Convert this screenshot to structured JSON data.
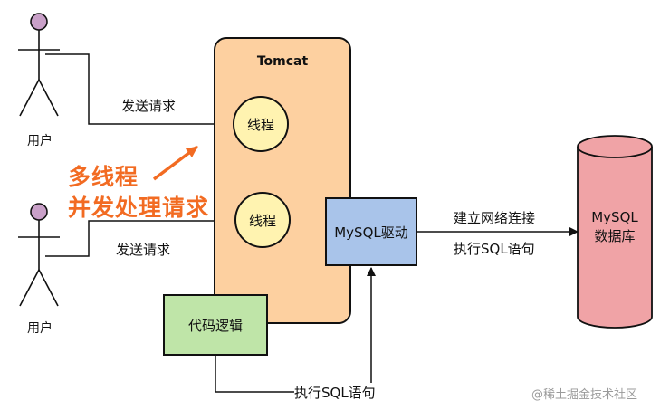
{
  "users": [
    {
      "label": "用户"
    },
    {
      "label": "用户"
    }
  ],
  "tomcat": {
    "title": "Tomcat",
    "threads": [
      {
        "label": "线程"
      },
      {
        "label": "线程"
      }
    ]
  },
  "requests": {
    "top": "发送请求",
    "bottom": "发送请求"
  },
  "annotation": {
    "line1": "多线程",
    "line2": "并发处理请求"
  },
  "driver": {
    "label": "MySQL驱动"
  },
  "logic": {
    "label": "代码逻辑"
  },
  "connection": {
    "line1": "建立网络连接",
    "line2": "执行SQL语句"
  },
  "execute_sql": "执行SQL语句",
  "database": {
    "line1": "MySQL",
    "line2": "数据库"
  },
  "watermark": "@稀土掘金技术社区",
  "colors": {
    "tomcat": "#fdd0a0",
    "thread": "#fff3b0",
    "driver": "#a9c4ea",
    "logic": "#bfe5a8",
    "database": "#f0a3a6",
    "user_head": "#c9a0c8",
    "annotation": "#f26b22"
  }
}
